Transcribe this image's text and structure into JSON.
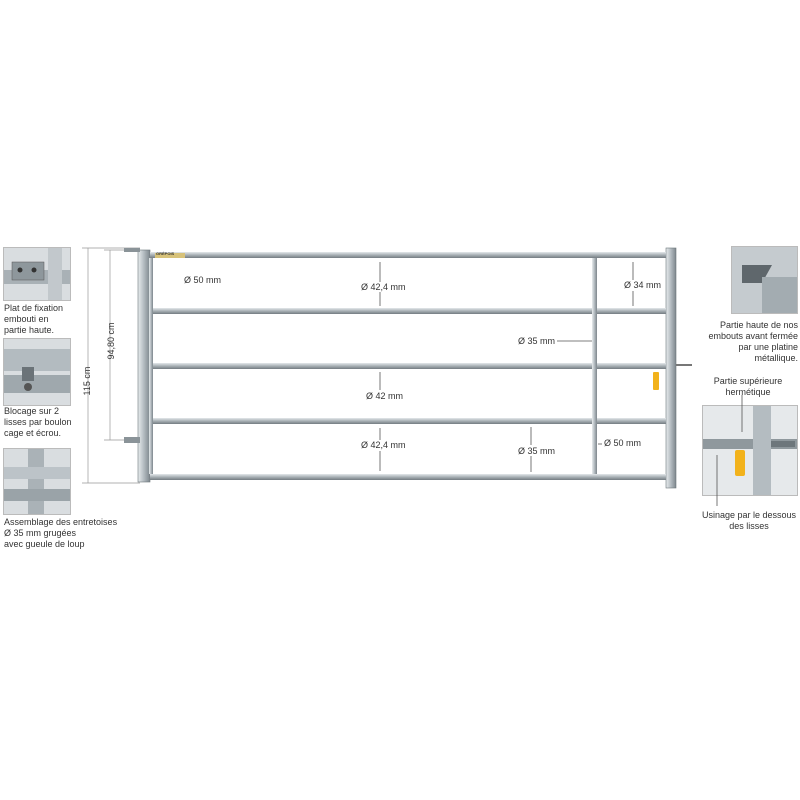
{
  "left_details": [
    {
      "caption": "Plat de fixation\nembouti en\npartie haute."
    },
    {
      "caption": "Blocage  sur 2\nlisses par boulon\ncage et écrou."
    },
    {
      "caption": "Assemblage des entretoises\nØ 35 mm grugées\navec gueule de loup"
    }
  ],
  "right_details": [
    {
      "caption": "Partie haute de nos\nembouts avant fermée\npar une platine\nmétallique."
    },
    {
      "caption": "Partie supérieure\nhermétique"
    },
    {
      "caption": "Usinage par le dessous\ndes lisses"
    }
  ],
  "dimensions": {
    "overall_height": "115 cm",
    "inner_height": "94,80 cm",
    "post_diameter": "Ø 50 mm",
    "top_rail": "Ø 42,4 mm",
    "end_rail": "Ø 34 mm",
    "spacer_top": "Ø 35 mm",
    "middle_rail": "Ø 42 mm",
    "bottom_rail": "Ø 42,4 mm",
    "spacer_bottom": "Ø 35 mm",
    "right_post": "Ø 50 mm"
  },
  "brand_label": "GRÉPOIS",
  "colors": {
    "steel": "#b9c0c5",
    "steel_dark": "#7d868c",
    "tag": "#f2b21b"
  }
}
